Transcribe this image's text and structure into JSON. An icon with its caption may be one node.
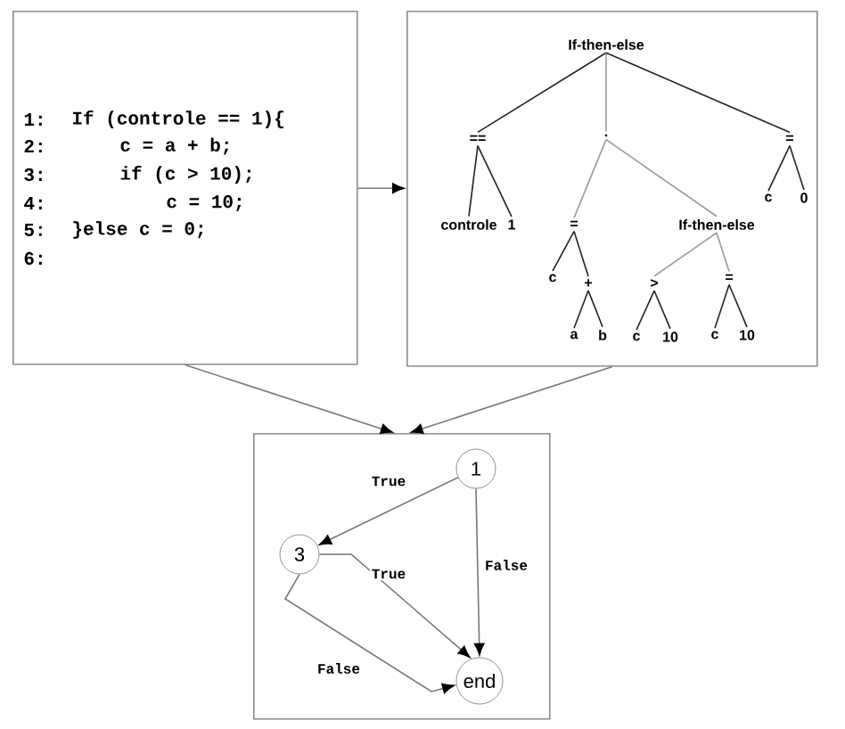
{
  "diagram": {
    "nodes": [
      {
        "text": [
          "1:",
          "If (controle == 1){",
          "2:",
          "c = a + b;",
          "3:",
          "if (c > 10);",
          "4:",
          "c = 10;",
          "5:",
          "}else c = 0;",
          "6:"
        ]
      },
      {
        "text": [],
        "shape": "box"
      },
      {
        "text": [
          "If-then-else"
        ],
        "in": 1
      },
      {
        "text": [
          "=="
        ],
        "in": 1
      },
      {
        "text": [
          "."
        ],
        "in": 1
      },
      {
        "text": [
          "="
        ],
        "in": 1
      },
      {
        "text": [
          "controle"
        ],
        "in": 1
      },
      {
        "text": [
          "1"
        ],
        "in": 1
      },
      {
        "text": [
          "="
        ],
        "in": 1
      },
      {
        "text": [
          "If-then-else"
        ],
        "in": 1
      },
      {
        "text": [
          "c"
        ],
        "in": 1
      },
      {
        "text": [
          "0"
        ],
        "in": 1
      },
      {
        "text": [
          "c"
        ],
        "in": 1
      },
      {
        "text": [
          "+"
        ],
        "in": 1
      },
      {
        "text": [
          ">"
        ],
        "in": 1
      },
      {
        "text": [
          "="
        ],
        "in": 1
      },
      {
        "text": [
          "a"
        ],
        "in": 1
      },
      {
        "text": [
          "b"
        ],
        "in": 1
      },
      {
        "text": [
          "c"
        ],
        "in": 1
      },
      {
        "text": [
          "10"
        ],
        "in": 1
      },
      {
        "text": [
          "c"
        ],
        "in": 1
      },
      {
        "text": [
          "10"
        ],
        "in": 1
      },
      {
        "text": [],
        "shape": "box"
      },
      {
        "text": [
          "1"
        ],
        "in": 22
      },
      {
        "text": [
          "3"
        ],
        "in": 22
      },
      {
        "text": [
          "end"
        ],
        "in": 22
      }
    ],
    "edges": [
      {
        "from": 0,
        "to": 1,
        "arrow": "to",
        "color": "#777777"
      },
      {
        "from": 0,
        "to": 22,
        "arrow": "to",
        "color": "#777777"
      },
      {
        "from": 1,
        "to": 22,
        "arrow": "to",
        "color": "#777777"
      },
      {
        "from": 2,
        "to": 3,
        "arrow": "none"
      },
      {
        "from": 2,
        "to": 4,
        "arrow": "none",
        "color": "#999999"
      },
      {
        "from": 2,
        "to": 5,
        "arrow": "none"
      },
      {
        "from": 3,
        "to": 6,
        "arrow": "none"
      },
      {
        "from": 3,
        "to": 7,
        "arrow": "none"
      },
      {
        "from": 5,
        "to": 10,
        "arrow": "none"
      },
      {
        "from": 5,
        "to": 11,
        "arrow": "none"
      },
      {
        "from": 4,
        "to": 8,
        "arrow": "none",
        "color": "#999999"
      },
      {
        "from": 4,
        "to": 9,
        "arrow": "none",
        "color": "#999999"
      },
      {
        "from": 8,
        "to": 12,
        "arrow": "none"
      },
      {
        "from": 8,
        "to": 13,
        "arrow": "none"
      },
      {
        "from": 13,
        "to": 16,
        "arrow": "none"
      },
      {
        "from": 13,
        "to": 17,
        "arrow": "none"
      },
      {
        "from": 9,
        "to": 14,
        "arrow": "none",
        "color": "#999999"
      },
      {
        "from": 9,
        "to": 15,
        "arrow": "none",
        "color": "#999999"
      },
      {
        "from": 14,
        "to": 18,
        "arrow": "none"
      },
      {
        "from": 14,
        "to": 19,
        "arrow": "none"
      },
      {
        "from": 15,
        "to": 20,
        "arrow": "none"
      },
      {
        "from": 15,
        "to": 21,
        "arrow": "none"
      },
      {
        "from": 23,
        "to": 24,
        "arrow": "to",
        "label": "True",
        "color": "#777777"
      },
      {
        "from": 23,
        "to": 25,
        "arrow": "to",
        "label": "False",
        "color": "#777777"
      },
      {
        "from": 24,
        "to": 25,
        "arrow": "to",
        "label": "True",
        "color": "#777777"
      },
      {
        "from": 24,
        "to": 25,
        "arrow": "to",
        "label": "False",
        "color": "#777777"
      }
    ]
  }
}
